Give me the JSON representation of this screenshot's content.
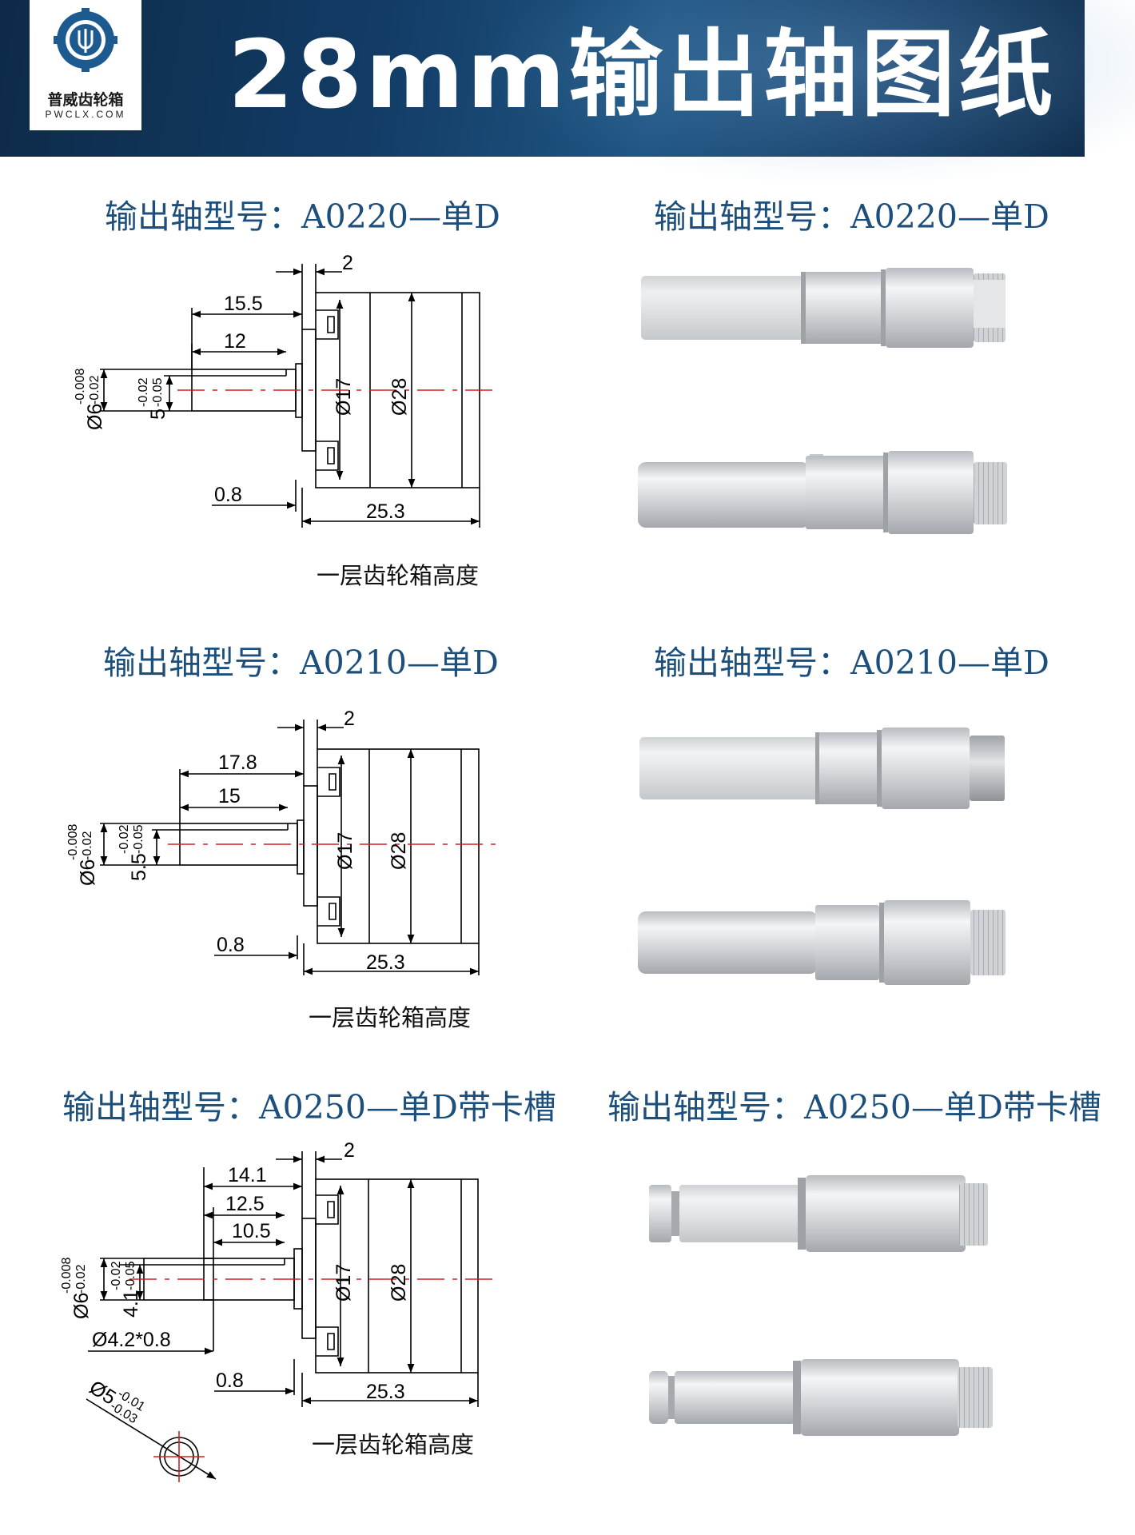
{
  "header": {
    "title": "28mm输出轴图纸",
    "logo_name": "普威齿轮箱",
    "logo_site": "PWCLX.COM"
  },
  "sections": [
    {
      "model_left": "输出轴型号：A0220—单D",
      "model_right": "输出轴型号：A0220—单D",
      "caption": "一层齿轮箱高度",
      "dims": {
        "top": "2",
        "len1": "15.5",
        "len2": "12",
        "d_shaft": "Ø6",
        "d_shaft_tol_up": "-0.008",
        "d_shaft_tol_dn": "-0.02",
        "flat": "5",
        "flat_tol_up": "-0.02",
        "flat_tol_dn": "-0.05",
        "d_inner": "Ø17",
        "d_outer": "Ø28",
        "gap": "0.8",
        "height": "25.3"
      }
    },
    {
      "model_left": "输出轴型号：A0210—单D",
      "model_right": "输出轴型号：A0210—单D",
      "caption": "一层齿轮箱高度",
      "dims": {
        "top": "2",
        "len1": "17.8",
        "len2": "15",
        "d_shaft": "Ø6",
        "d_shaft_tol_up": "-0.008",
        "d_shaft_tol_dn": "-0.02",
        "flat": "5.5",
        "flat_tol_up": "-0.02",
        "flat_tol_dn": "-0.05",
        "d_inner": "Ø17",
        "d_outer": "Ø28",
        "gap": "0.8",
        "height": "25.3"
      }
    },
    {
      "model_left": "输出轴型号：A0250—单D带卡槽",
      "model_right": "输出轴型号：A0250—单D带卡槽",
      "caption": "一层齿轮箱高度",
      "dims": {
        "top": "2",
        "len1": "14.1",
        "len2": "12.5",
        "len3": "10.5",
        "d_shaft": "Ø6",
        "d_shaft_tol_up": "-0.008",
        "d_shaft_tol_dn": "-0.02",
        "flat": "4.1",
        "flat_tol_up": "-0.02",
        "flat_tol_dn": "-0.05",
        "groove": "Ø4.2*0.8",
        "clip": "Ø5",
        "clip_tol_up": "-0.01",
        "clip_tol_dn": "-0.03",
        "d_inner": "Ø17",
        "d_outer": "Ø28",
        "gap": "0.8",
        "height": "25.3"
      }
    }
  ]
}
